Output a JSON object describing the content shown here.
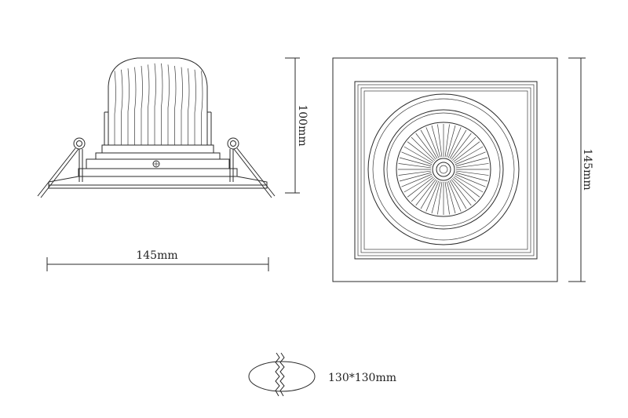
{
  "drawing": {
    "side_view": {
      "width_label": "145mm",
      "height_label": "100mm"
    },
    "front_view": {
      "height_label": "145mm"
    },
    "cutout": {
      "label": "130*130mm"
    }
  }
}
